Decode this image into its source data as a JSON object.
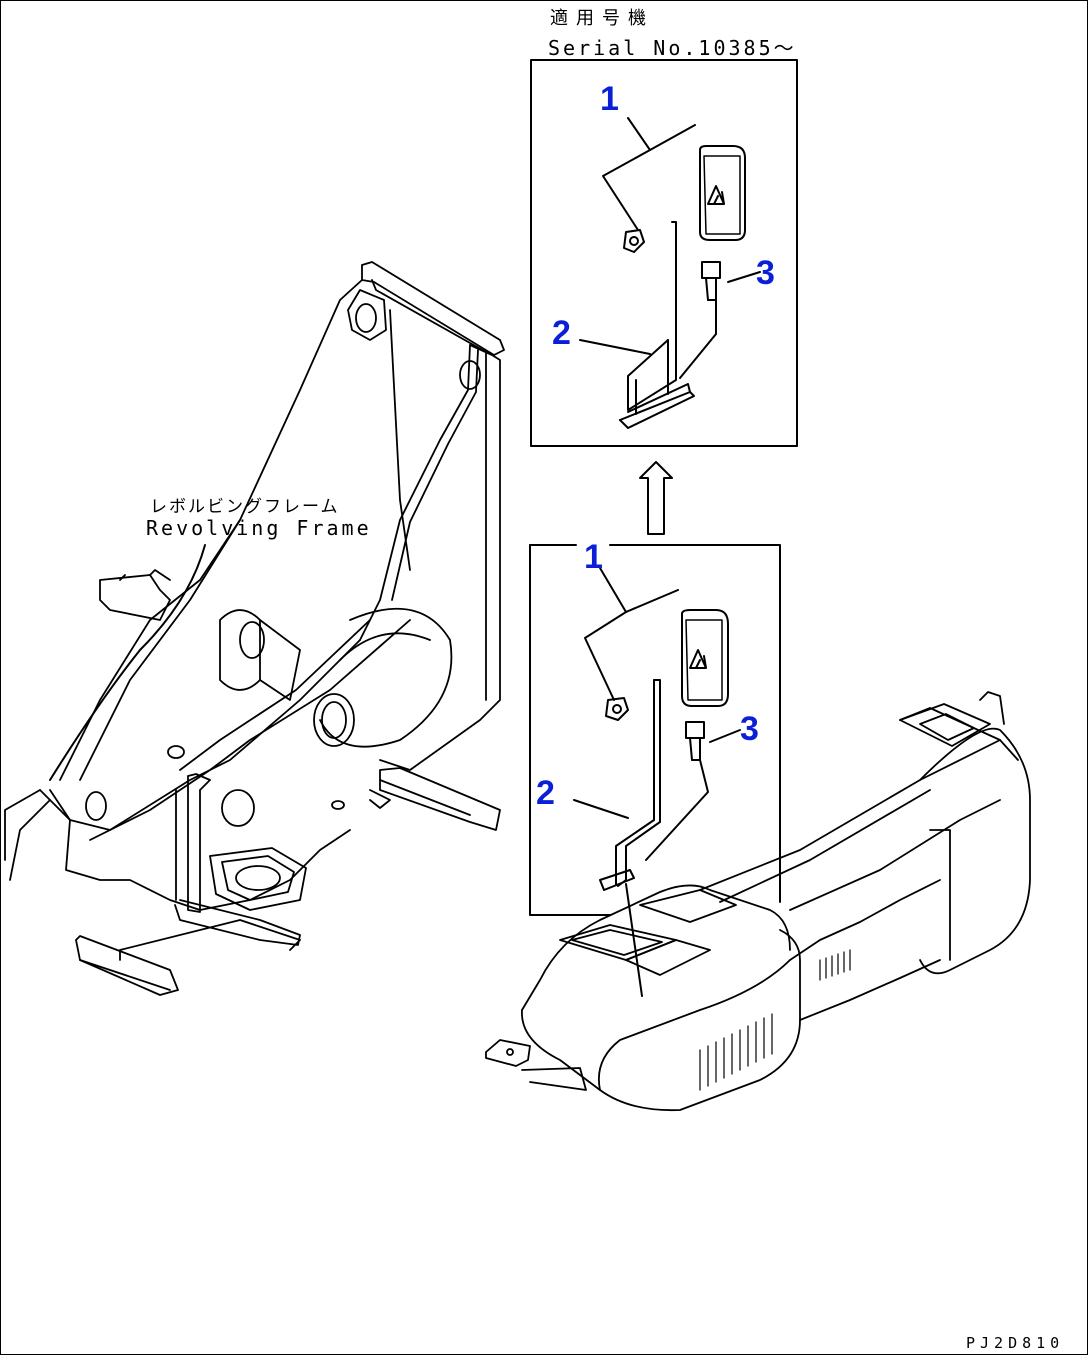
{
  "serial_note": {
    "jp": "適用号機",
    "en": "Serial No.10385～"
  },
  "frame_label": {
    "jp": "レボルビングフレーム",
    "en": "Revolving Frame"
  },
  "callouts": {
    "top": {
      "part1": "1",
      "part2": "2",
      "part3": "3"
    },
    "bottom": {
      "part1": "1",
      "part2": "2",
      "part3": "3"
    }
  },
  "drawing_code": "PJ2D810",
  "colors": {
    "line": "#000000",
    "callout": "#0a1fd6",
    "background": "#ffffff"
  }
}
